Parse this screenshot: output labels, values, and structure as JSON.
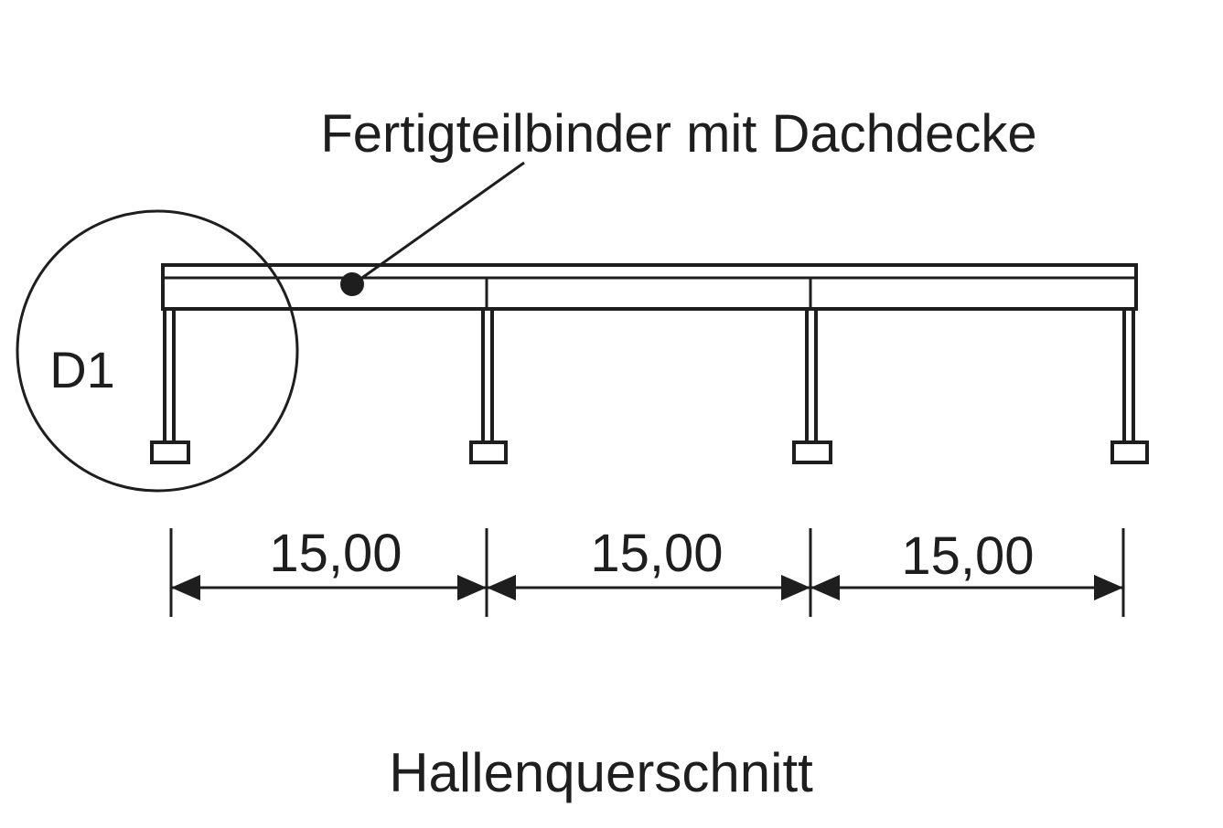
{
  "callout": {
    "text": "Fertigteilbinder mit Dachdecke"
  },
  "detail": {
    "label": "D1"
  },
  "dimensions": [
    {
      "value": "15,00"
    },
    {
      "value": "15,00"
    },
    {
      "value": "15,00"
    }
  ],
  "caption": "Hallenquerschnitt",
  "colors": {
    "ink": "#1e1e1e",
    "background": "#ffffff"
  }
}
